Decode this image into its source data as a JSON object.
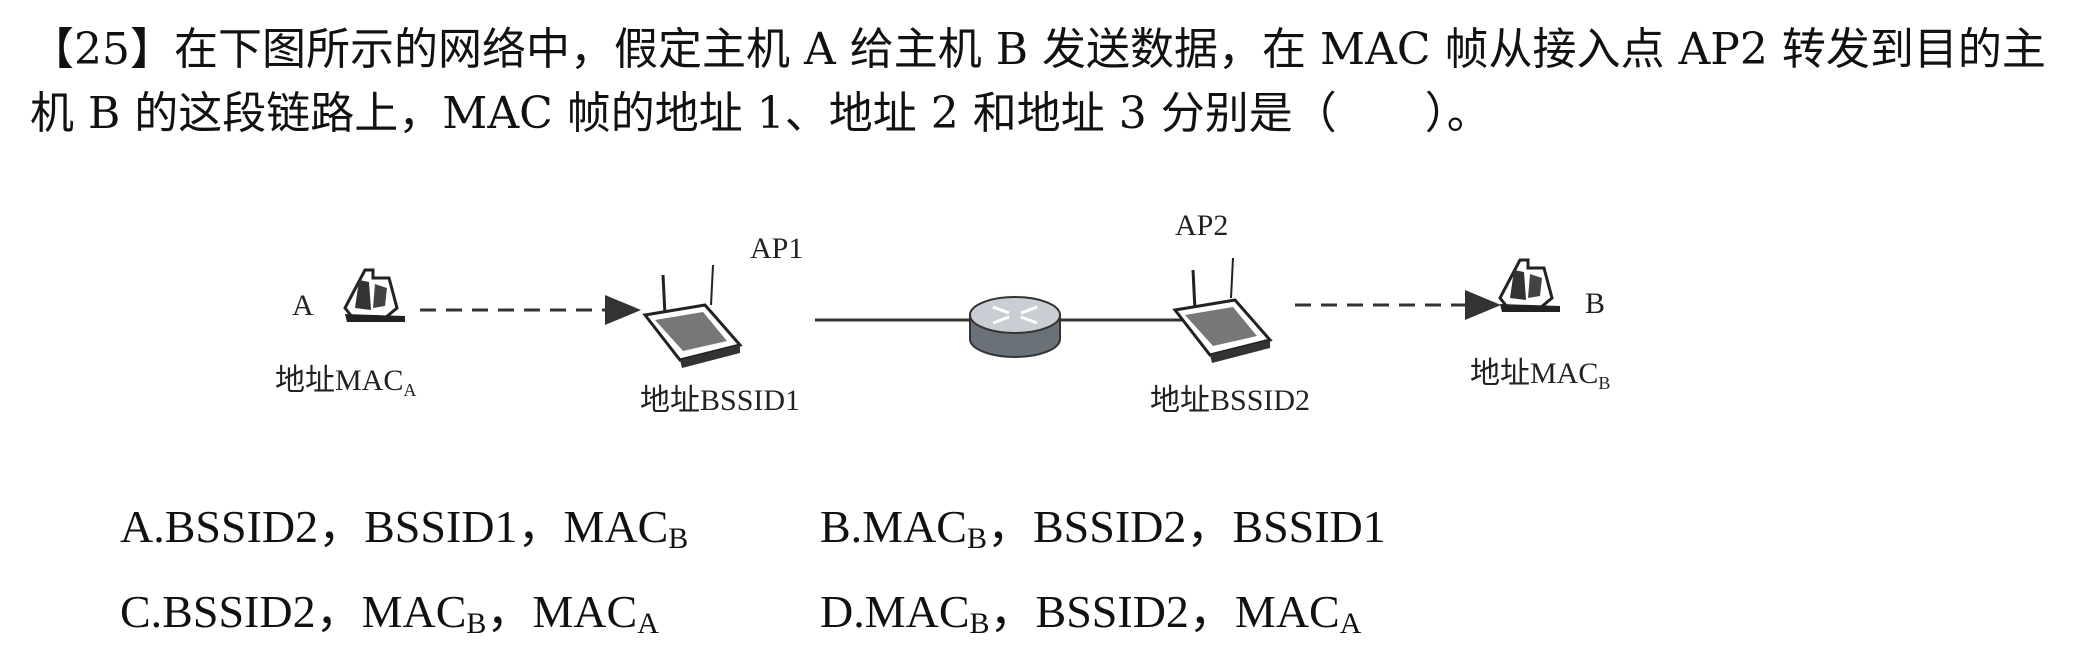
{
  "question": {
    "number": "【25】",
    "text": "在下图所示的网络中，假定主机 A 给主机 B 发送数据，在 MAC 帧从接入点 AP2 转发到目的主机 B 的这段链路上，MAC 帧的地址 1、地址 2 和地址 3 分别是（　　）。"
  },
  "figure": {
    "host_a": {
      "letter": "A",
      "address_prefix": "地址MAC",
      "address_sub": "A"
    },
    "ap1": {
      "label": "AP1",
      "address": "地址BSSID1"
    },
    "ap2": {
      "label": "AP2",
      "address": "地址BSSID2"
    },
    "host_b": {
      "letter": "B",
      "address_prefix": "地址MAC",
      "address_sub": "B"
    },
    "colors": {
      "router_top": "#c9ced4",
      "router_side": "#6b7178",
      "line": "#333333"
    },
    "icons": [
      "laptop-icon",
      "access-point-icon",
      "router-icon"
    ]
  },
  "options": {
    "a": {
      "p1": "A.BSSID2，BSSID1，MAC",
      "s1": "B"
    },
    "b": {
      "p1": "B.MAC",
      "s1": "B",
      "p2": "，BSSID2，BSSID1"
    },
    "c": {
      "p1": "C.BSSID2，MAC",
      "s1": "B",
      "p2": "，MAC",
      "s2": "A"
    },
    "d": {
      "p1": "D.MAC",
      "s1": "B",
      "p2": "，BSSID2，MAC",
      "s2": "A"
    }
  }
}
